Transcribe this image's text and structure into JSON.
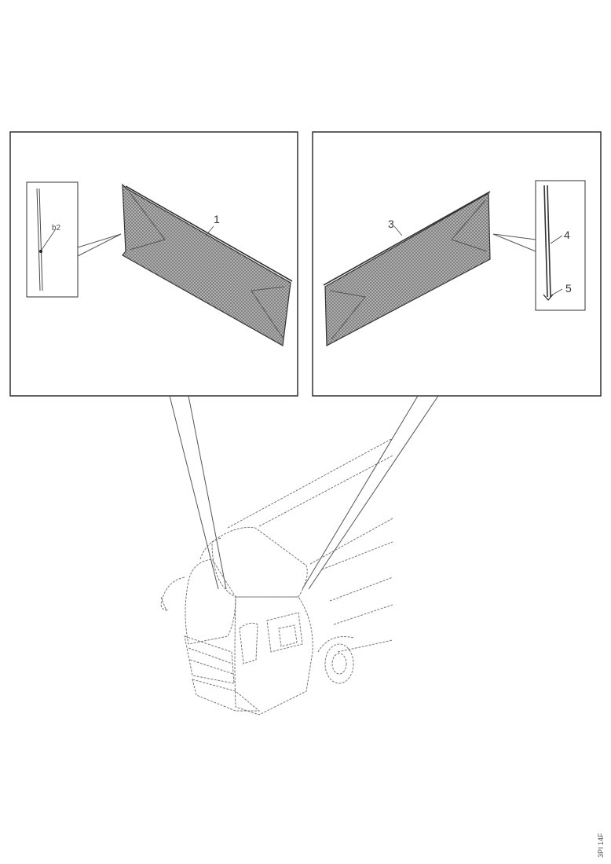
{
  "callouts": {
    "c1": "1",
    "c2": "b2",
    "c3": "3",
    "c4": "4",
    "c5": "5"
  },
  "figure_code": "3PI 14F",
  "colors": {
    "line": "#555555",
    "mesh": "#8a8a8a",
    "frame": "#222222"
  }
}
